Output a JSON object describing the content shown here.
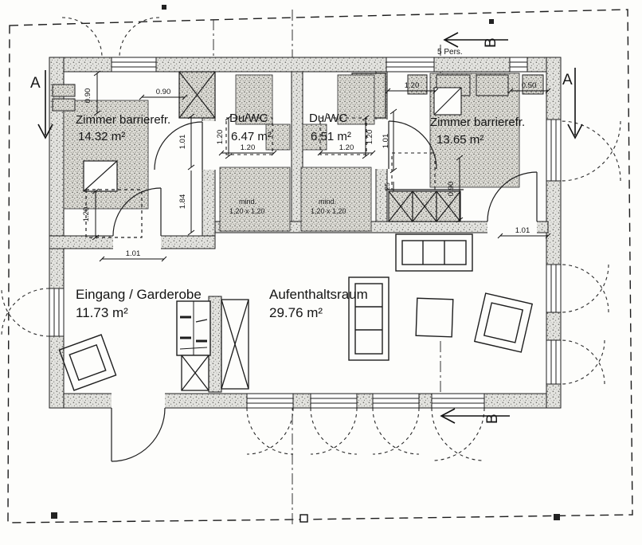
{
  "rooms": {
    "bedroom_left": {
      "name": "Zimmer barrierefr.",
      "area": "14.32 m²"
    },
    "duwc_left": {
      "name": "Du/WC",
      "area": "6.47 m²"
    },
    "duwc_right": {
      "name": "Du/WC",
      "area": "6.51 m²"
    },
    "bedroom_right": {
      "name": "Zimmer barrierefr.",
      "area": "13.65 m²"
    },
    "entrance": {
      "name": "Eingang / Garderobe",
      "area": "11.73 m²"
    },
    "living": {
      "name": "Aufenthaltsraum",
      "area": "29.76 m²"
    }
  },
  "sections": {
    "a": "A",
    "b": "B",
    "note": "5 Pers."
  },
  "notes": {
    "min_clearance_1": "mind.",
    "min_clearance_2": "1,20 x 1,20"
  },
  "dimensions": {
    "d090": "0.90",
    "d120": "1.20",
    "d101": "1.01",
    "d184": "1.84",
    "d050": "0.50",
    "d025": "25"
  },
  "colors": {
    "ink": "#151515",
    "wall_fill": "#d9d9d4",
    "stipple": "#c9c9c2"
  }
}
